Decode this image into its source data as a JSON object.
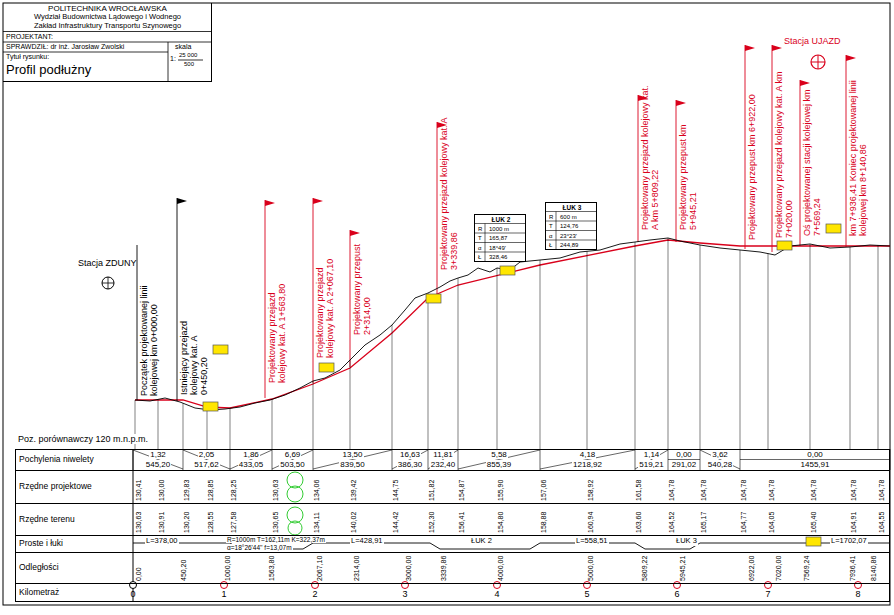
{
  "diagram": {
    "title": "Profil podłużny",
    "nodes": [
      {
        "text": [
          "POLITECHNIKA WROCŁAWSKA",
          "Wydział Budownictwa Lądowego i Wodnego",
          "Zakład Infrastruktury Transportu Szynowego",
          "PROJEKTANT:",
          "SPRAWDZIŁ: dr inż. Jarosław Zwolski",
          "skala",
          "1:",
          "25 000",
          "500",
          "Tytuł rysunku:",
          "Profil podłużny"
        ]
      },
      {
        "text": [
          "Pochylenia niwelety"
        ]
      },
      {
        "text": [
          "Rzędne projektowe"
        ]
      },
      {
        "text": [
          "Rzędne terenu"
        ]
      },
      {
        "text": [
          "Proste i łuki"
        ]
      },
      {
        "text": [
          "Odległości"
        ]
      },
      {
        "text": [
          "Kilometraż"
        ]
      },
      {
        "text": [
          "ŁUK 2",
          "R",
          "1000 m",
          "T",
          "165,87",
          "α",
          "18°49'",
          "Ł",
          "328,46"
        ]
      },
      {
        "text": [
          "ŁUK 3",
          "R",
          "600 m",
          "T",
          "124,76",
          "α",
          "23°23'",
          "Ł",
          "244,89"
        ]
      }
    ],
    "labels": [
      "Poz. porównawczy 120 m.n.p.m.",
      "Stacja ZDUNY",
      "Stacja UJAZD",
      "Początek projektowanej linii kolejowej km 0+000,00",
      "Istniejący przejazd kolejowy kat. A 0+450,20",
      "Projektowany przejazd kolejowy kat. A 1+563,80",
      "Projektowany przejazd kolejowy kat. A 2+067,10",
      "Projektowany przepust 2+314,00",
      "Projektowany przejazd kolejowy kat. A 3+339,86",
      "Projektowany przejazd kolejowy kat. A km 5+809,22",
      "Projektowany przepust km 5+945,21",
      "Projektowany przepust km 6+922,00",
      "Projektowany przejazd kolejowy kat. A km 7+020,00",
      "Oś projektowanej stacji kolejowej km 7+569,24",
      "km 7+936,41 Koniec projektowanej linii kolejowej km 8+140,86",
      "1,32",
      "545,20",
      "2,05",
      "517,62",
      "1,86",
      "433,05",
      "6,69",
      "503,50",
      "13,50",
      "839,50",
      "16,63",
      "386,30",
      "11,81",
      "232,40",
      "5,58",
      "855,39",
      "4,18",
      "1218,92",
      "1,14",
      "519,21",
      "0,00",
      "291,02",
      "3,62",
      "540,28",
      "0,00",
      "1455,91",
      "130,41",
      "130,00",
      "129,83",
      "128,85",
      "128,25",
      "130,63",
      "134,06",
      "139,42",
      "144,75",
      "151,82",
      "154,87",
      "155,90",
      "157,06",
      "158,92",
      "161,58",
      "164,78",
      "164,78",
      "164,78",
      "164,78",
      "164,78",
      "164,78",
      "164,78",
      "130,63",
      "130,91",
      "130,20",
      "128,55",
      "127,58",
      "130,65",
      "134,11",
      "140,02",
      "144,42",
      "152,30",
      "156,41",
      "154,80",
      "158,88",
      "160,94",
      "163,60",
      "164,52",
      "165,17",
      "164,77",
      "164,05",
      "165,40",
      "164,91",
      "164,55",
      "0,00",
      "450,20",
      "1000,00",
      "1563,80",
      "2067,10",
      "2314,00",
      "3000,00",
      "3339,86",
      "4000,00",
      "5000,00",
      "5809,22",
      "5945,21",
      "6922,00",
      "7020,00",
      "7569,24",
      "7936,41",
      "8140,86",
      "L=378,00",
      "R=1000m T=162,11m K=322,37m",
      "α=18°26'44'' f=13,07m",
      "L=428,91",
      "ŁUK 2",
      "L=558,51",
      "ŁUK 3",
      "L=1702,07",
      "0",
      "1",
      "2",
      "3",
      "4",
      "5",
      "6",
      "7",
      "8"
    ]
  }
}
